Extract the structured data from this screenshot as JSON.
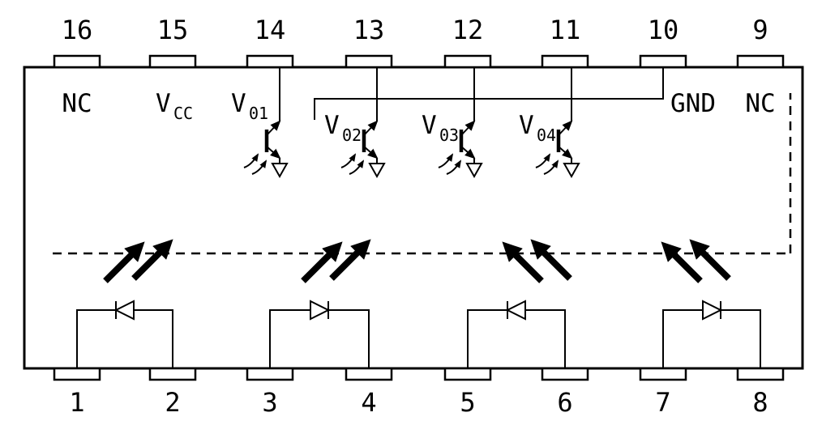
{
  "diagram": {
    "description": "16-pin DIP quad optocoupler internal connection diagram",
    "background_color": "#ffffff",
    "line_color": "#000000",
    "top_pins": [
      {
        "number": "16",
        "label": "NC",
        "sub": ""
      },
      {
        "number": "15",
        "label": "V",
        "sub": "CC"
      },
      {
        "number": "14",
        "label": "V",
        "sub": "01"
      },
      {
        "number": "13",
        "label": "V",
        "sub": "02"
      },
      {
        "number": "12",
        "label": "V",
        "sub": "03"
      },
      {
        "number": "11",
        "label": "V",
        "sub": "04"
      },
      {
        "number": "10",
        "label": "GND",
        "sub": ""
      },
      {
        "number": "9",
        "label": "NC",
        "sub": ""
      }
    ],
    "bottom_pins": [
      {
        "number": "1"
      },
      {
        "number": "2"
      },
      {
        "number": "3"
      },
      {
        "number": "4"
      },
      {
        "number": "5"
      },
      {
        "number": "6"
      },
      {
        "number": "7"
      },
      {
        "number": "8"
      }
    ],
    "channels": [
      {
        "input_pins": "1,2",
        "output_pin": "14",
        "output_label": "V01",
        "light_direction": "up-right"
      },
      {
        "input_pins": "3,4",
        "output_pin": "13",
        "output_label": "V02",
        "light_direction": "up-right"
      },
      {
        "input_pins": "5,6",
        "output_pin": "12",
        "output_label": "V03",
        "light_direction": "up-left"
      },
      {
        "input_pins": "7,8",
        "output_pin": "11",
        "output_label": "V04",
        "light_direction": "up-left"
      }
    ]
  }
}
